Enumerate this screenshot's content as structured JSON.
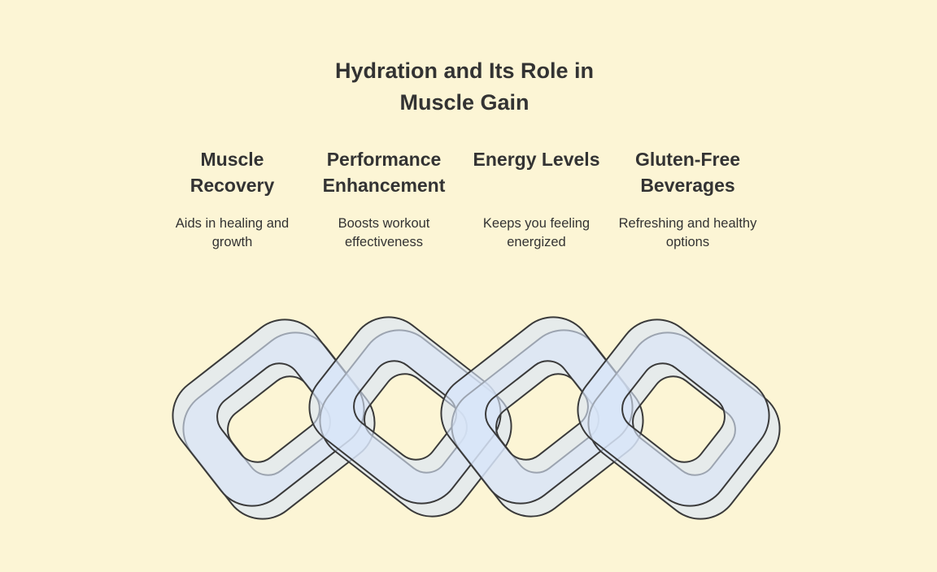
{
  "title": "Hydration and Its Role in Muscle Gain",
  "columns": [
    {
      "heading": "Muscle Recovery",
      "description": "Aids in healing and growth"
    },
    {
      "heading": "Performance Enhancement",
      "description": "Boosts workout effectiveness"
    },
    {
      "heading": "Energy Levels",
      "description": "Keeps you feeling energized"
    },
    {
      "heading": "Gluten-Free Beverages",
      "description": "Refreshing and healthy options"
    }
  ],
  "chain": {
    "link_count": "4"
  },
  "colors": {
    "background": "#fcf5d5",
    "text": "#333333",
    "link_fill": "#d8e5f8",
    "link_stroke": "#3a3a3a"
  }
}
